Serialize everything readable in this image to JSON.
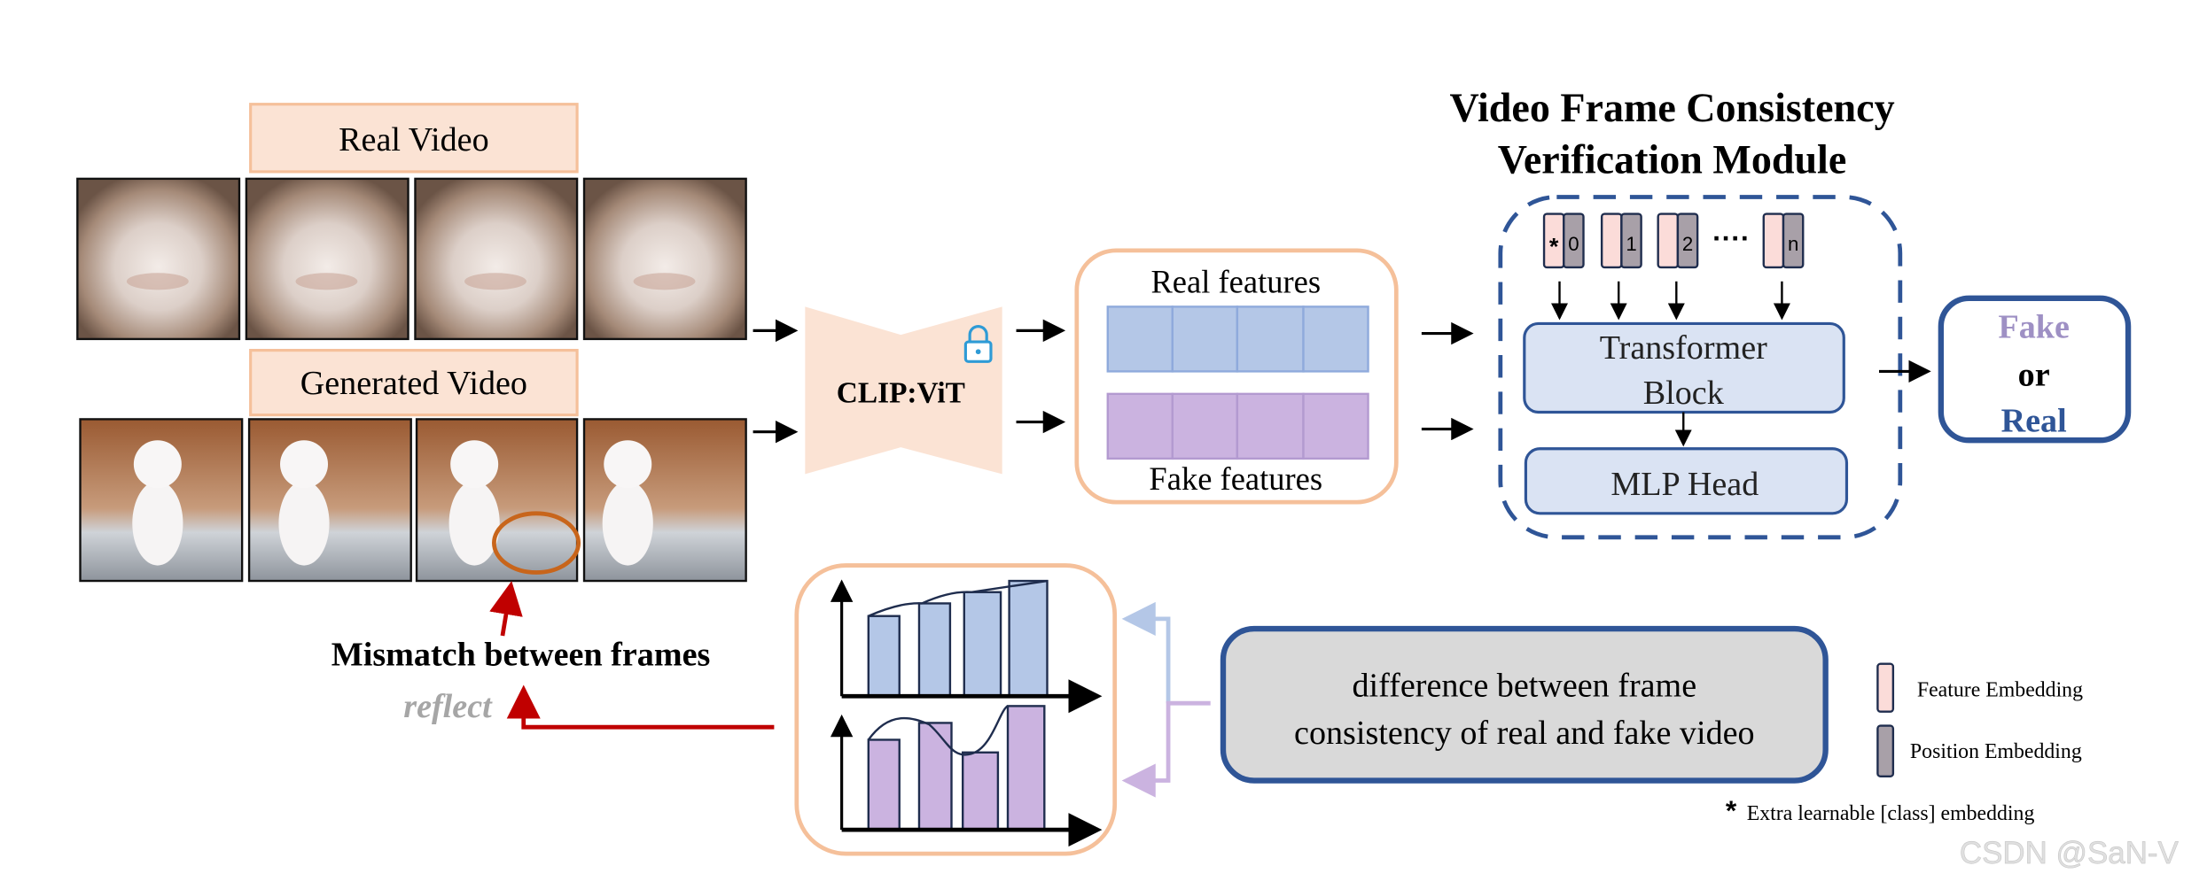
{
  "real_video": {
    "label": "Real Video",
    "frame_count": 4
  },
  "generated_video": {
    "label": "Generated Video",
    "frame_count": 4
  },
  "mismatch_label": "Mismatch between frames",
  "reflect_label": "reflect",
  "encoder": {
    "label": "CLIP:ViT",
    "icon": "lock-icon"
  },
  "features": {
    "real_label": "Real features",
    "fake_label": "Fake features"
  },
  "module": {
    "title_line1": "Video Frame Consistency",
    "title_line2": "Verification Module",
    "tokens": [
      {
        "mark": "*",
        "index": "0"
      },
      {
        "mark": "",
        "index": "1"
      },
      {
        "mark": "",
        "index": "2"
      },
      {
        "mark": "",
        "index": "n"
      }
    ],
    "ellipsis": "····",
    "transformer_line1": "Transformer",
    "transformer_line2": "Block",
    "mlp_head": "MLP Head"
  },
  "output": {
    "fake": "Fake",
    "or": "or",
    "real": "Real"
  },
  "difference": {
    "line1": "difference between frame",
    "line2": "consistency of real and fake video"
  },
  "legend": {
    "feature_embedding": "Feature Embedding",
    "position_embedding": "Position Embedding",
    "class_star": "*",
    "class_embedding": "Extra learnable [class] embedding"
  },
  "watermark": "CSDN @SaN-V",
  "colors": {
    "peach_fill": "#fbe3d4",
    "peach_stroke": "#f5c09a",
    "navy": "#2f5597",
    "blue_fill": "#b4c7e7",
    "purple_fill": "#cbb3e0",
    "red": "#c00000",
    "fake_text": "#9e90c4",
    "pink_token": "#fbdcd9",
    "gray_token": "#a8a0a8"
  }
}
